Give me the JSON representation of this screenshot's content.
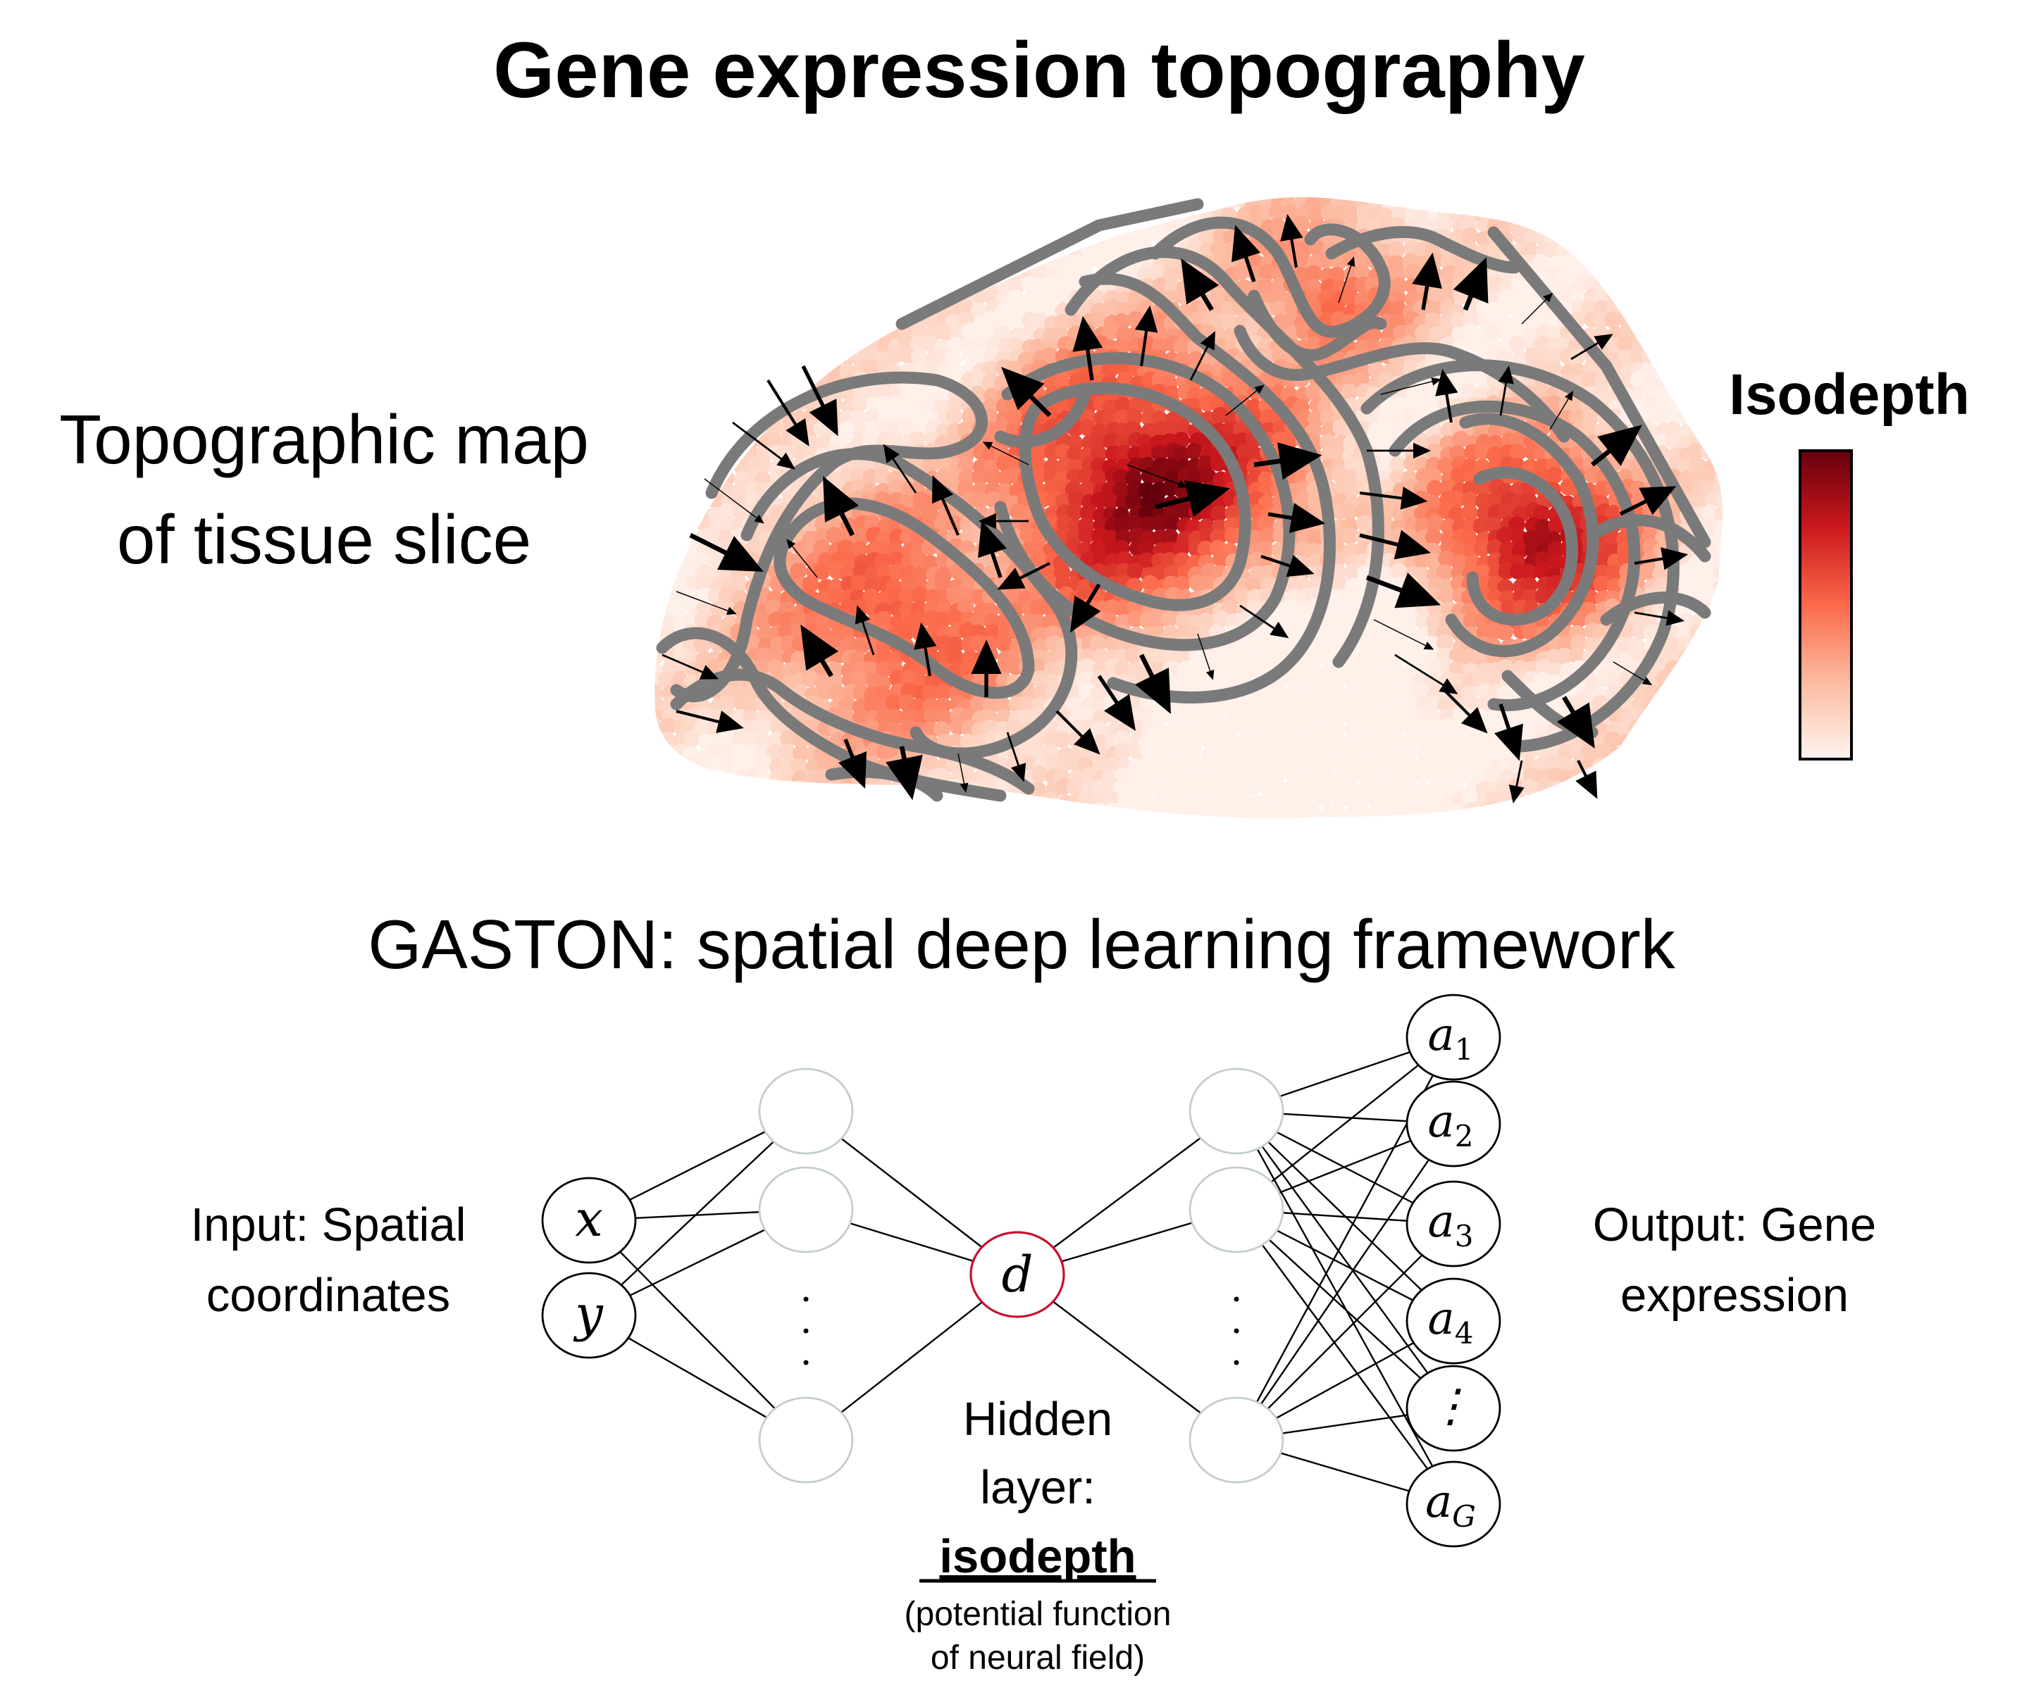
{
  "title": "Gene expression topography",
  "left_label": {
    "line1": "Topographic map",
    "line2": "of tissue slice"
  },
  "colorbar": {
    "label": "Isodepth",
    "colors": [
      "#fff5f0",
      "#fcbba1",
      "#fb6a4a",
      "#cb181d",
      "#67000d"
    ]
  },
  "framework_title": "GASTON: spatial deep learning framework",
  "network": {
    "input_label": {
      "line1": "Input: Spatial",
      "line2": "coordinates"
    },
    "output_label": {
      "line1": "Output: Gene",
      "line2": "expression"
    },
    "inputs": [
      "x",
      "y"
    ],
    "hidden_node": "d",
    "outputs": [
      {
        "base": "a",
        "sub": "1"
      },
      {
        "base": "a",
        "sub": "2"
      },
      {
        "base": "a",
        "sub": "3"
      },
      {
        "base": "a",
        "sub": "4"
      },
      {
        "base": "⋮",
        "sub": ""
      },
      {
        "base": "a",
        "sub": "G"
      }
    ],
    "hidden_caption": {
      "line1": "Hidden",
      "line2": "layer:",
      "keyword": "isodepth",
      "note1": "(potential function",
      "note2": "of neural field)"
    },
    "colors": {
      "hidden_node_stroke": "#c8102e",
      "layer_node_stroke": "#c3cec9"
    }
  }
}
